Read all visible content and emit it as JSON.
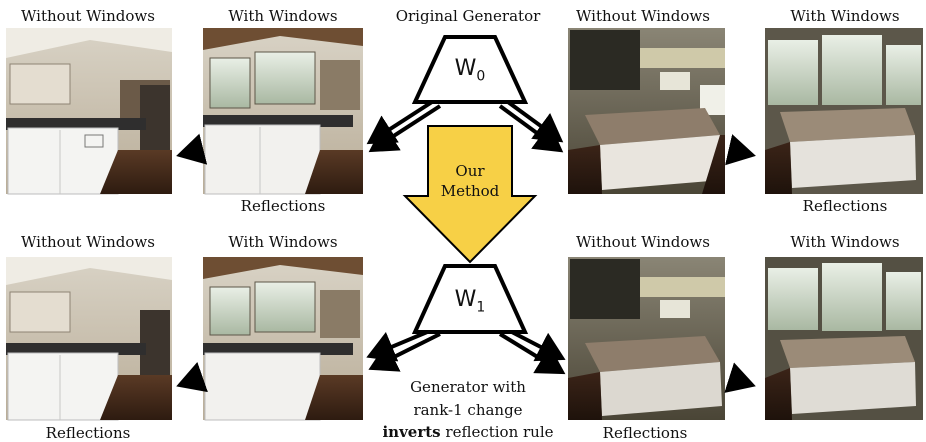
{
  "top_row": {
    "panel1_label": "Without Windows",
    "panel2_label": "With Windows",
    "center_label": "Original Generator",
    "panel3_label": "Without Windows",
    "panel4_label": "With Windows",
    "left_caption": "Reflections",
    "right_caption": "Reflections"
  },
  "bottom_row": {
    "panel1_label": "Without Windows",
    "panel2_label": "With Windows",
    "panel3_label": "Without Windows",
    "panel4_label": "With Windows",
    "left_caption": "Reflections",
    "right_caption": "Reflections"
  },
  "generator_top": {
    "symbol": "W",
    "subscript": "0"
  },
  "generator_bottom": {
    "symbol": "W",
    "subscript": "1"
  },
  "method_arrow": {
    "line1": "Our",
    "line2": "Method",
    "color": "#f7d046"
  },
  "generator_caption": {
    "line1": "Generator with",
    "line2": "rank-1 change",
    "line3_bold": "inverts",
    "line3_rest": " reflection rule"
  }
}
